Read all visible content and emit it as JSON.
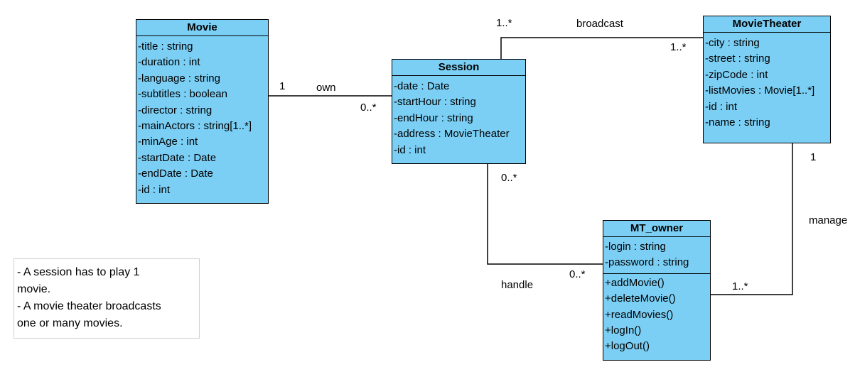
{
  "colors": {
    "class_fill": "#7bcff5",
    "line": "#000000",
    "note_border": "#d0d0d0"
  },
  "classes": {
    "movie": {
      "name": "Movie",
      "attributes": [
        "-title : string",
        "-duration : int",
        "-language : string",
        "-subtitles : boolean",
        "-director : string",
        "-mainActors : string[1..*]",
        "-minAge : int",
        "-startDate : Date",
        "-endDate : Date",
        "-id : int"
      ]
    },
    "session": {
      "name": "Session",
      "attributes": [
        "-date : Date",
        "-startHour : string",
        "-endHour : string",
        "-address : MovieTheater",
        "-id : int"
      ]
    },
    "movie_theater": {
      "name": "MovieTheater",
      "attributes": [
        "-city : string",
        "-street : string",
        "-zipCode : int",
        "-listMovies : Movie[1..*]",
        "-id : int",
        "-name : string"
      ]
    },
    "mt_owner": {
      "name": "MT_owner",
      "attributes": [
        "-login : string",
        "-password : string"
      ],
      "operations": [
        "+addMovie()",
        "+deleteMovie()",
        "+readMovies()",
        "+logIn()",
        "+logOut()"
      ]
    }
  },
  "associations": {
    "own": {
      "name": "own",
      "movie_end": "1",
      "session_end": "0..*"
    },
    "broadcast": {
      "name": "broadcast",
      "session_end": "1..*",
      "theater_end": "1..*"
    },
    "handle": {
      "name": "handle",
      "session_end": "0..*",
      "owner_end": "0..*"
    },
    "manage": {
      "name": "manage",
      "theater_end": "1",
      "owner_end": "1..*"
    }
  },
  "note": {
    "lines": [
      "- A session has to play 1",
      "movie.",
      "- A movie theater broadcasts",
      "one or many movies."
    ]
  }
}
